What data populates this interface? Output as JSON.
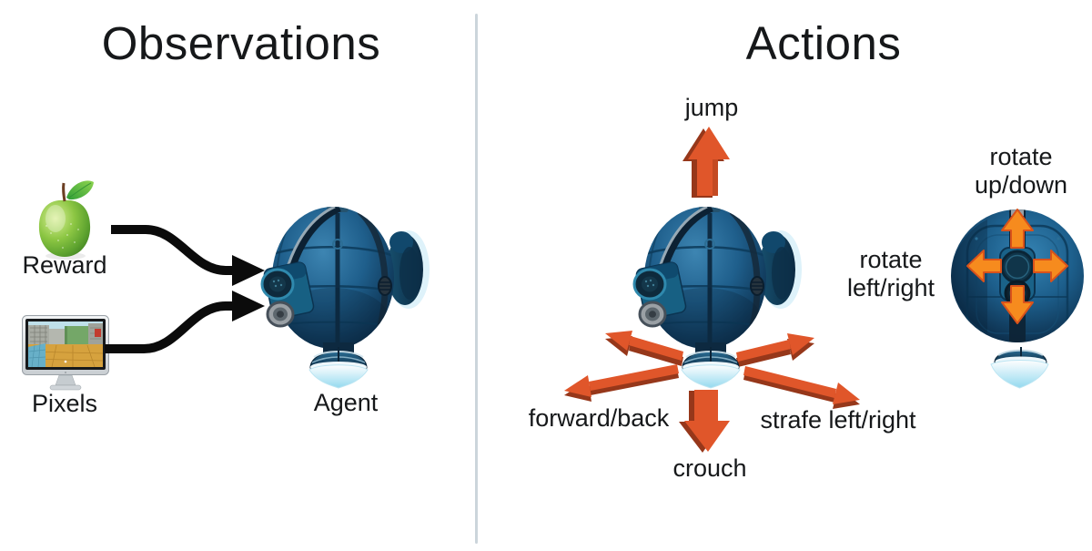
{
  "colors": {
    "background": "#ffffff",
    "text": "#16181a",
    "divider": "#ccd5db",
    "black_arrow": "#0b0b0b",
    "arrow3d": "#e0562a",
    "arrow3d_dark": "#96371a",
    "arrow_flat": "#f68b1e",
    "arrow_flat_outline": "#d8521b",
    "robot_blue": "#1d5f8c",
    "robot_dark_blue": "#0a2740",
    "glow_cyan": "#a5e0f2",
    "apple_green": "#8cc643"
  },
  "observations": {
    "title": "Observations",
    "reward": {
      "label": "Reward",
      "icon": "apple-icon"
    },
    "pixels": {
      "label": "Pixels",
      "icon": "monitor-icon"
    },
    "agent_label": "Agent",
    "agent_icon": "robot-drone-icon"
  },
  "actions": {
    "title": "Actions",
    "jump_label": "jump",
    "forward_back_label": "forward/back",
    "strafe_label": "strafe left/right",
    "crouch_label": "crouch",
    "rotate_up_down": {
      "line1": "rotate",
      "line2": "up/down"
    },
    "rotate_left_right": {
      "line1": "rotate",
      "line2": "left/right"
    },
    "icons": [
      "jump-arrow-icon",
      "move-arrows-icon",
      "crouch-arrow-icon",
      "rotate-cross-arrows-icon",
      "robot-drone-icon",
      "robot-front-icon"
    ]
  }
}
